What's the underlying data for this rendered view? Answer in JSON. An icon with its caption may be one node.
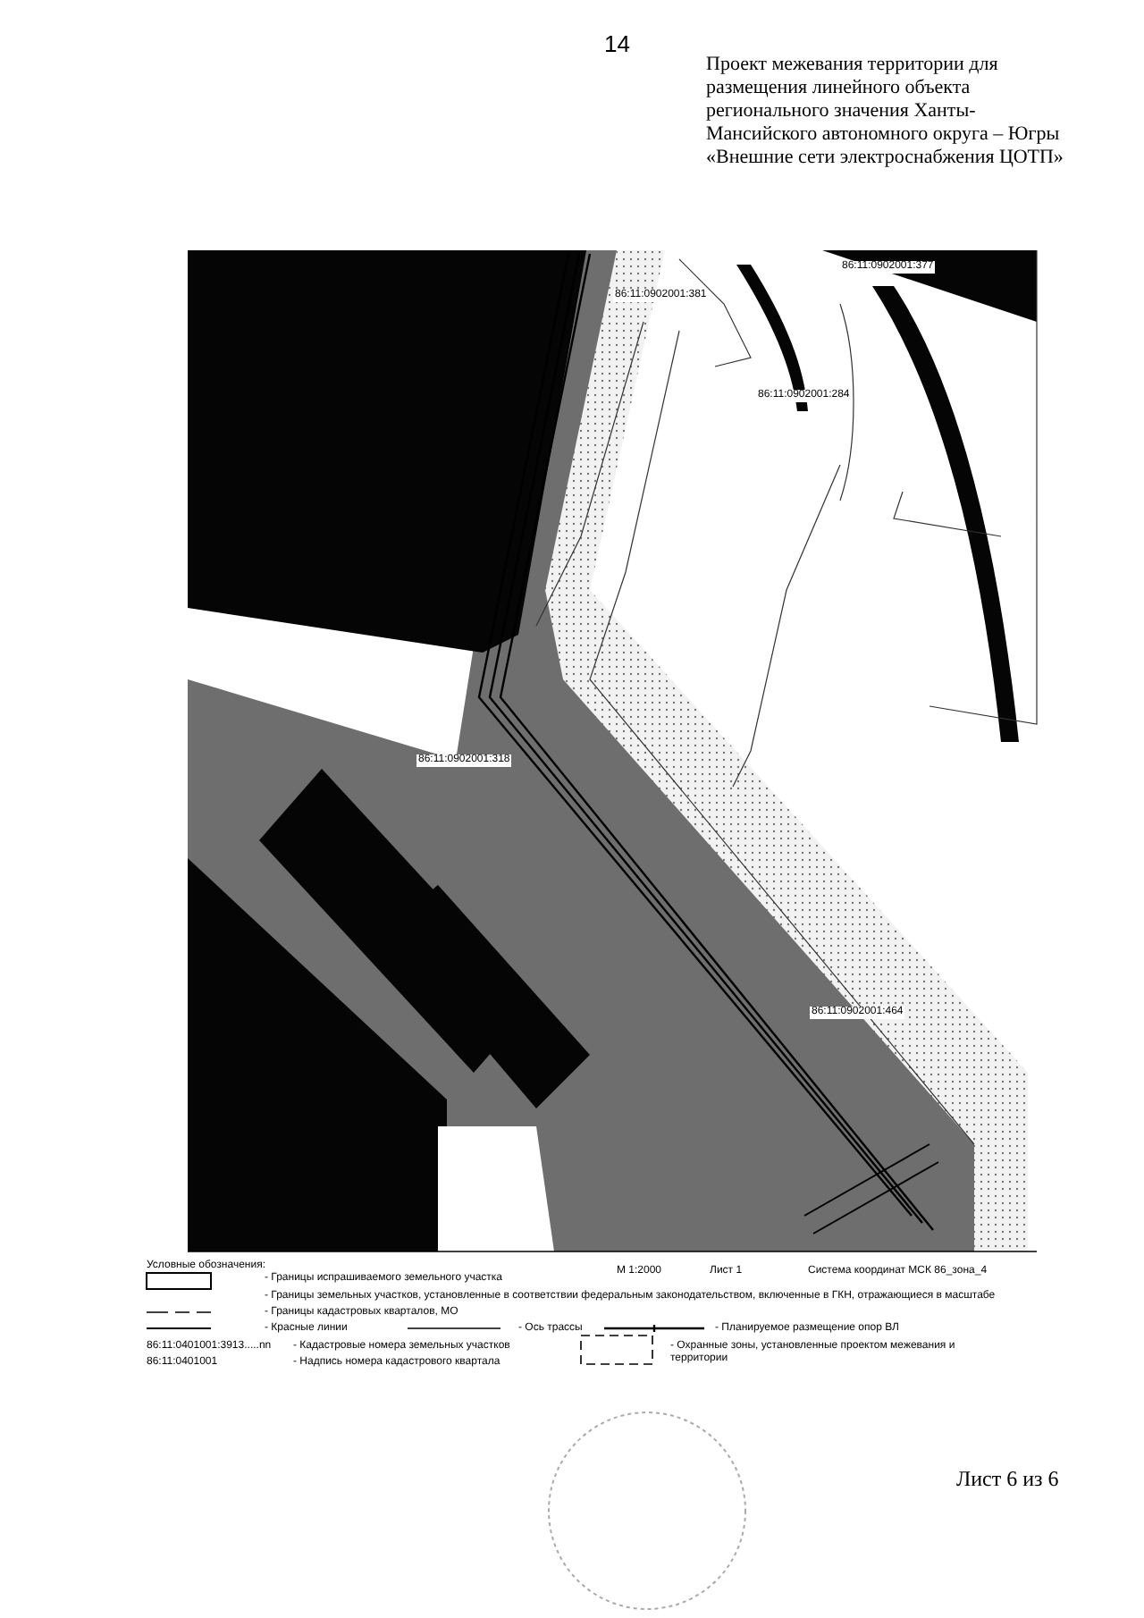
{
  "diagram": {
    "title": "Проект межевания территории для размещения линейного объекта регионального значения Ханты-Мансийского автономного округа – Югры «Внешние сети электроснабжения ЦОТП»",
    "labels": [
      "14",
      "86:11:0902001:381",
      "86:11:0902001:377",
      "86:11:0902001:284",
      "86:11:0902001:318",
      "86:11:0902001:464",
      "Условные обозначения:",
      "М 1:2000",
      "Лист 1",
      "Система координат МСК 86_зона_4",
      "86:11:0401001:3913.....nn",
      "86:11:0401001",
      "Лист 6 из 6"
    ],
    "legend": [
      {
        "text": "- Границы испрашиваемого земельного участка"
      },
      {
        "text": "- Границы земельных участков, установленные в соответствии федеральным законодательством, включенные в ГКН, отражающиеся в масштабе"
      },
      {
        "text": "- Границы кадастровых кварталов, МО"
      },
      {
        "text": "- Красные линии"
      },
      {
        "text": "- Ось трассы"
      },
      {
        "text": "- Планируемое размещение опор ВЛ"
      },
      {
        "text": "- Кадастровые номера земельных участков"
      },
      {
        "text": "- Надпись номера кадастрового квартала"
      },
      {
        "text": "- Охранные зоны, установленные проектом межевания и территории"
      }
    ]
  }
}
